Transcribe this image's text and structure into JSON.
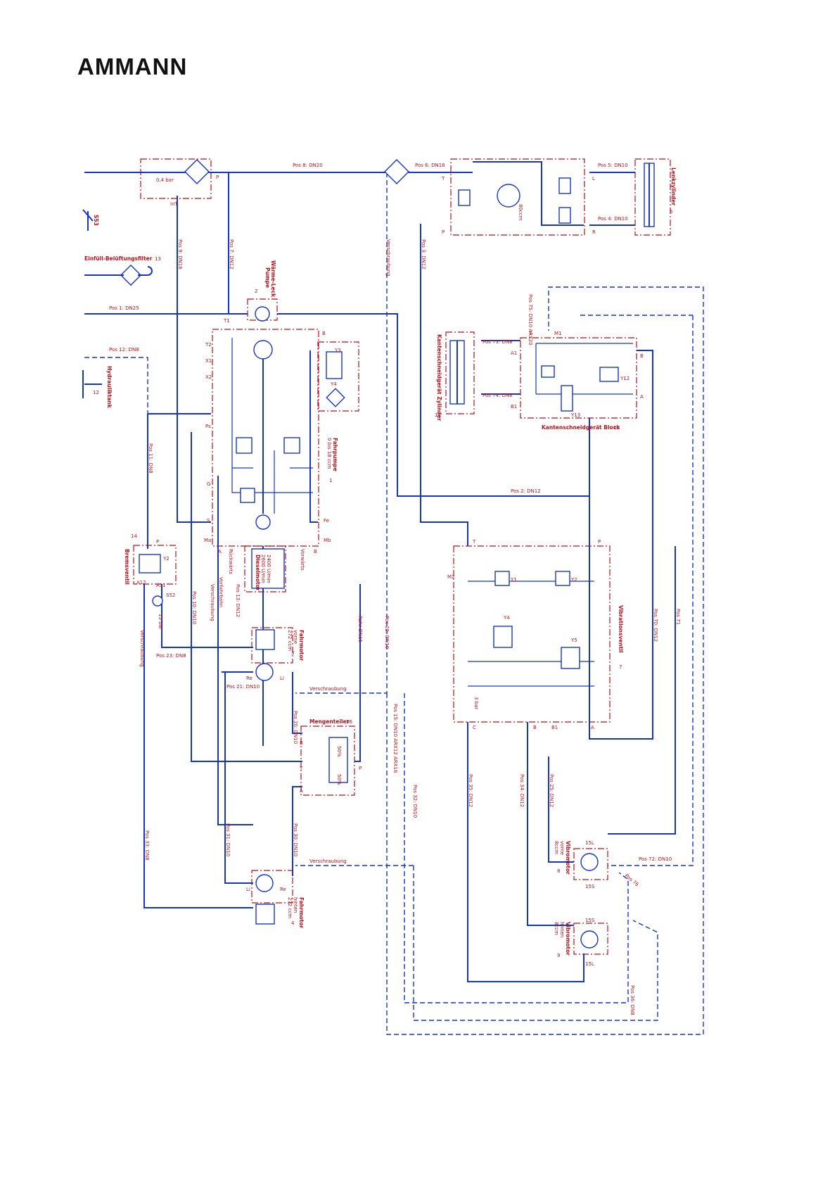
{
  "brand": {
    "logo_text": "AMMANN"
  },
  "lines": {
    "pos8": "Pos 8: DN20",
    "pos6": "Pos 6: DN16",
    "pos5": "Pos 5: DN10",
    "pos4": "Pos 4: DN10",
    "pos1": "Pos 1: DN25",
    "pos12": "Pos 12: DN8",
    "pos9": "Pos 9: DN16",
    "pos7": "Pos 7: DN12",
    "pos3": "Pos 3: DN12",
    "pos11": "Pos 11: DN8",
    "pos10": "Pos 10: DN10",
    "pos13": "Pos 13: DN12",
    "pos2": "Pos 2: DN12",
    "pos73": "Pos 73: DN8",
    "pos74": "Pos 74: DN8",
    "pos75": "Pos 75: DN10 ARX20",
    "pos22": "Pos 22: DN10",
    "pos15": "Pos 15: DN10 ARX12 ARX16",
    "pos23": "Pos 23: DN8",
    "pos21": "Pos 21: DN10",
    "pos20": "Pos 20: DN10",
    "pos33": "Pos 33: DN8",
    "pos31": "Pos 31: DN10",
    "pos30": "Pos 30: DN10",
    "pos32": "Pos 32: DN10",
    "pos35": "Pos 35: DN12",
    "pos34": "Pos 34: DN12",
    "pos25": "Pos 25: DN12",
    "pos70": "Pos 70: DN12",
    "pos71": "Pos 71",
    "pos72": "Pos 72: DN10",
    "pos36": "Pos 36: DN8",
    "pos76": "Pos 76",
    "rohr": "Rohr DN16",
    "verschraubung": "Verschraubung"
  },
  "components": {
    "lenkzylinder": "Lenkzylinder",
    "lenk_num": "5",
    "einfuell": "Einfüll-Belüftungsfilter",
    "einfuell_num": "13",
    "s53": "S53",
    "hydrauliktank": "Hydrauliktank",
    "tank_num": "12",
    "waerme1": "Wärme-Leck",
    "waerme2": "Pumpe",
    "waerme_num": "2",
    "fahrpumpe1": "Fahrpumpe",
    "fahrpumpe2": "0 bis 18 ccm",
    "fahrpumpe_num": "1",
    "diesel1": "Dieselmotor",
    "diesel2": "2600 U/min",
    "diesel3": "2400 U/min",
    "bremsventil": "Bremsventil",
    "bremsventil_num": "14",
    "fahrmotor_v1": "Fahrmotor",
    "fahrmotor_v2": "vorne",
    "fahrmotor_v3": "272 ccm",
    "fahrmotor_v_num": "3",
    "fahrmotor_h1": "Fahrmotor",
    "fahrmotor_h2": "hinten",
    "fahrmotor_h3": "272 ccm",
    "fahrmotor_h_num": "4",
    "mengenteiler": "Mengenteiler",
    "mengenteiler_num": "36",
    "kz1": "Kantenschneidgerät Zylinder",
    "kz_num": "11",
    "kb1": "Kantenschneidgerät Block",
    "kb_num": "10",
    "vibro1": "Vibrationsventil",
    "vibro_num": "7",
    "vm_v1": "Vibromotor",
    "vm_v2": "vorne",
    "vm_v3": "8ccm",
    "vm_v_num": "8",
    "vm_h1": "Vibromotor",
    "vm_h2": "hinten",
    "vm_h3": "8ccm",
    "vm_h_num": "9",
    "lenkeinheit": "80ccm",
    "bar04": "0,4 bar",
    "bar3": "3 bar",
    "bar15": "15 bar",
    "pct1": "50%",
    "pct2": "50%"
  },
  "ports": {
    "P": "P",
    "T": "T",
    "A": "A",
    "B": "B",
    "L": "L",
    "R": "R",
    "C": "C",
    "Ps": "Ps",
    "G": "G",
    "S": "S",
    "Fe": "Fe",
    "Ma": "Ma",
    "Mb": "Mb",
    "M1": "M1",
    "M2": "M2",
    "T1": "T1",
    "T2": "T2",
    "X1": "X1",
    "X2": "X2",
    "A1": "A1",
    "B1": "B1",
    "Y1": "Y1",
    "Y2": "Y2",
    "Y3": "Y3",
    "Y4": "Y4",
    "Y5": "Y5",
    "Y12": "Y12",
    "Y13": "Y13",
    "A11": "A11",
    "A12": "A12",
    "S52": "S52",
    "Re": "Re",
    "Li": "Li",
    "inT": "inT",
    "ISL": "15L",
    "ISS": "15S",
    "rueck": "Rückwärts",
    "vor": "Vorwärts",
    "vorfahr": "Vorfahrbahn",
    "vs1": "Verschraubung",
    "vs2": "Verschraubung",
    "vs3": "Verschraubung",
    "vs4": "Verschraubung"
  }
}
